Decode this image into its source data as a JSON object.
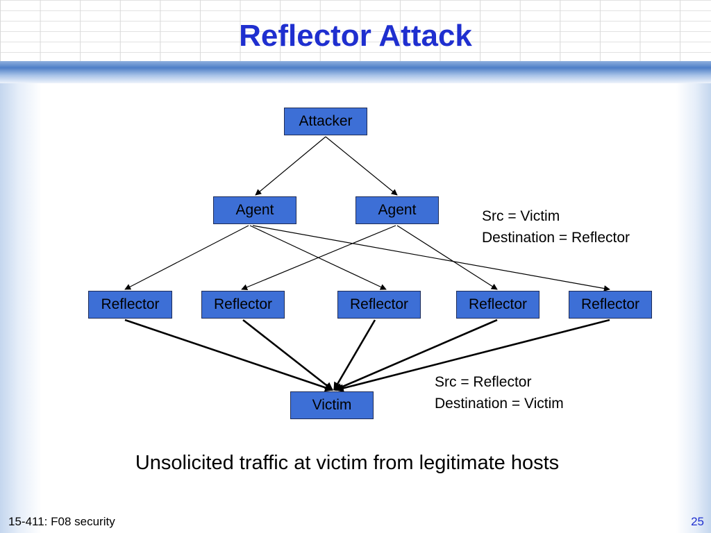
{
  "slide": {
    "title": "Reflector Attack",
    "caption": "Unsolicited traffic at victim from legitimate hosts",
    "footer_left": "15-411: F08 security",
    "page_number": "25"
  },
  "diagram": {
    "nodes": {
      "attacker": "Attacker",
      "agent_1": "Agent",
      "agent_2": "Agent",
      "reflector_1": "Reflector",
      "reflector_2": "Reflector",
      "reflector_3": "Reflector",
      "reflector_4": "Reflector",
      "reflector_5": "Reflector",
      "victim": "Victim"
    },
    "notes": {
      "agent_traffic_line1": "Src = Victim",
      "agent_traffic_line2": "Destination = Reflector",
      "reflector_traffic_line1": "Src = Reflector",
      "reflector_traffic_line2": "Destination = Victim"
    }
  },
  "colors": {
    "title": "#1f2fcf",
    "node_fill": "#3d6fd6",
    "band": "#4f7fc7"
  }
}
